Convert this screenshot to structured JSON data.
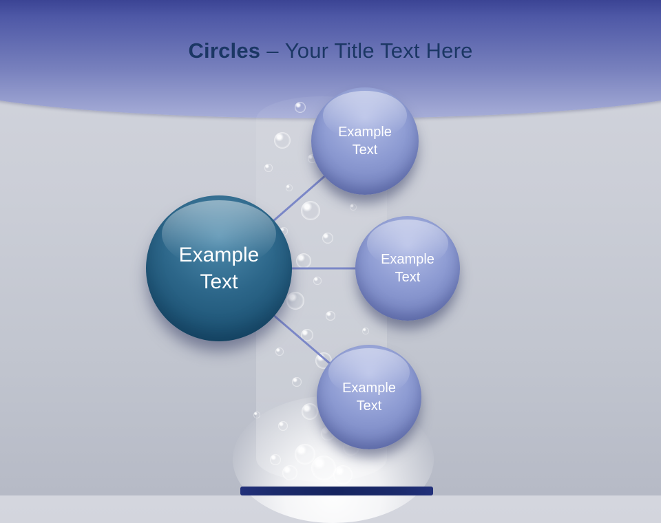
{
  "title": {
    "bold": "Circles",
    "separator": "–",
    "text": "Your Title Text Here"
  },
  "diagram": {
    "center_circle": {
      "label": "Example Text"
    },
    "satellite_circles": [
      {
        "position": "top",
        "label": "Example Text"
      },
      {
        "position": "middle",
        "label": "Example Text"
      },
      {
        "position": "bottom",
        "label": "Example Text"
      }
    ]
  },
  "colors": {
    "header_top": "#3b4494",
    "header_bottom": "#a7aed8",
    "background": "#c9ccd6",
    "center_circle": "#2c6689",
    "satellite_circle": "#8e9cd3",
    "connector": "#7b87c7",
    "title_text": "#1b3764",
    "glass_base": "#1b2a6b"
  }
}
